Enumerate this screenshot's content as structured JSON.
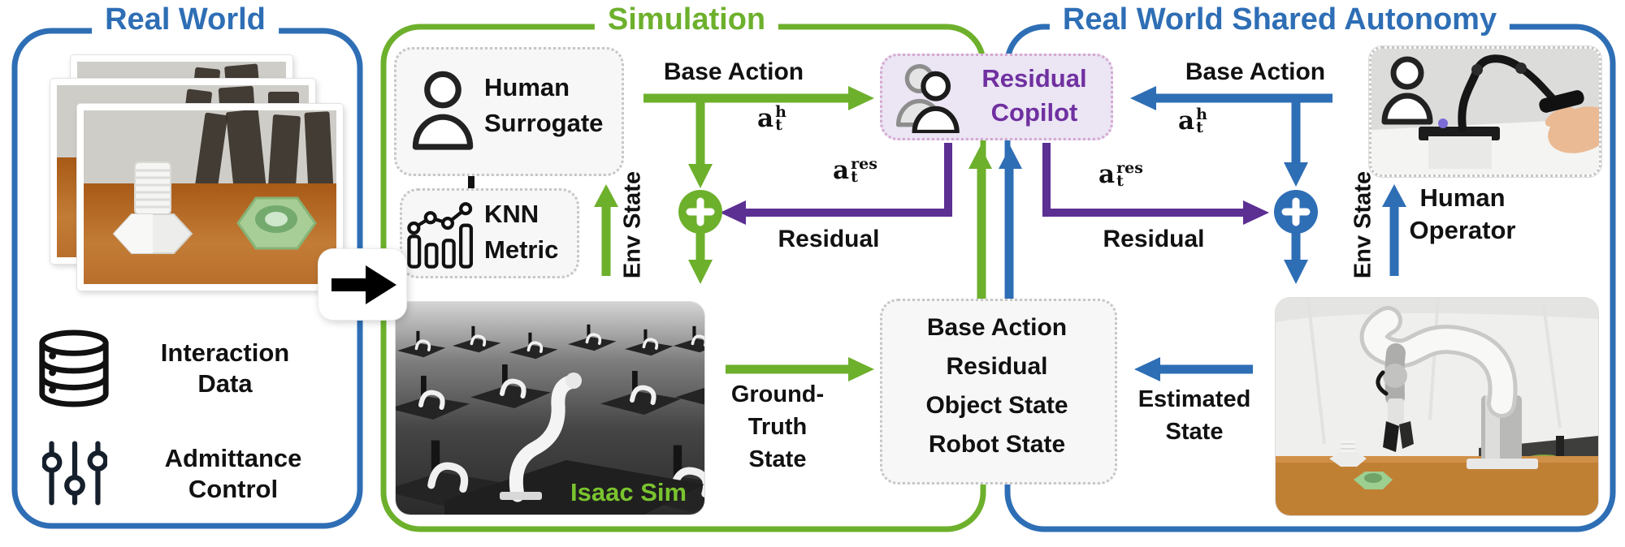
{
  "colors": {
    "blue": "#2e6eb5",
    "green": "#6db02c",
    "purple_arrow": "#5c2f92",
    "purple_text": "#7030a0",
    "isaac_green": "#7ac32f"
  },
  "left_panel": {
    "title": "Real World",
    "items": [
      {
        "icon": "database-icon",
        "line1": "Interaction",
        "line2": "Data"
      },
      {
        "icon": "sliders-icon",
        "line1": "Admittance",
        "line2": "Control"
      }
    ]
  },
  "sim_panel": {
    "title": "Simulation",
    "human_surrogate": {
      "line1": "Human",
      "line2": "Surrogate"
    },
    "knn": {
      "line1": "KNN",
      "line2": "Metric"
    },
    "base_action": "Base Action",
    "action_label": {
      "base": "a",
      "sup": "h",
      "sub": "t"
    },
    "residual_action_label": {
      "base": "a",
      "sup": "res",
      "sub": "t"
    },
    "residual": "Residual",
    "env_state": "Env State",
    "ground_truth": {
      "line1": "Ground-",
      "line2": "Truth",
      "line3": "State"
    },
    "isaac_caption": "Isaac Sim"
  },
  "copilot": {
    "line1": "Residual",
    "line2": "Copilot"
  },
  "center_box": {
    "lines": [
      "Base Action",
      "Residual",
      "Object State",
      "Robot State"
    ]
  },
  "right_panel": {
    "title": "Real World Shared Autonomy",
    "base_action": "Base Action",
    "action_label": {
      "base": "a",
      "sup": "h",
      "sub": "t"
    },
    "residual_action_label": {
      "base": "a",
      "sup": "res",
      "sub": "t"
    },
    "residual": "Residual",
    "env_state": "Env State",
    "human_operator": {
      "line1": "Human",
      "line2": "Operator"
    },
    "estimated": {
      "line1": "Estimated",
      "line2": "State"
    }
  }
}
